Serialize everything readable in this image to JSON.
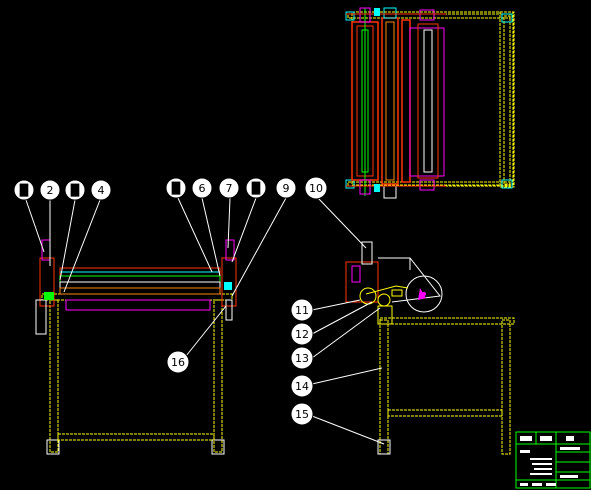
{
  "balloons": [
    {
      "id": "b1",
      "label": "█"
    },
    {
      "id": "b2",
      "label": "2"
    },
    {
      "id": "b3",
      "label": "█"
    },
    {
      "id": "b4",
      "label": "4"
    },
    {
      "id": "b5",
      "label": "█"
    },
    {
      "id": "b6",
      "label": "6"
    },
    {
      "id": "b7",
      "label": "7"
    },
    {
      "id": "b8",
      "label": "█"
    },
    {
      "id": "b9",
      "label": "9"
    },
    {
      "id": "b10",
      "label": "10"
    },
    {
      "id": "b11",
      "label": "11"
    },
    {
      "id": "b12",
      "label": "12"
    },
    {
      "id": "b13",
      "label": "13"
    },
    {
      "id": "b14",
      "label": "14"
    },
    {
      "id": "b15",
      "label": "15"
    },
    {
      "id": "b16",
      "label": "16"
    }
  ],
  "colors": {
    "background": "#000000",
    "frame": "#ffff00",
    "roller_red": "#ff3300",
    "roller_green": "#00ff00",
    "accent_magenta": "#ff00ff",
    "accent_cyan": "#00ffff",
    "outline_white": "#ffffff"
  }
}
